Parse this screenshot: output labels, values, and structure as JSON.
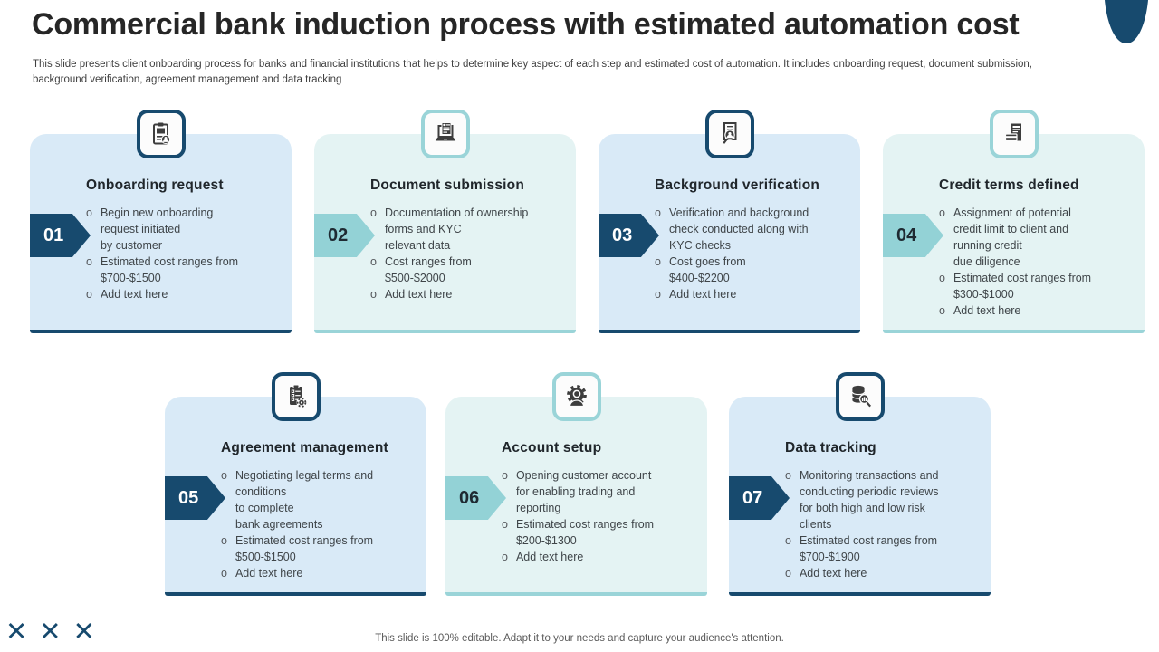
{
  "header": {
    "title": "Commercial bank induction process with estimated automation cost",
    "subtitle": "This slide presents client onboarding process for banks and financial institutions that helps to determine key aspect of each step and estimated cost of automation. It includes onboarding request, document submission,\nbackground verification, agreement management and data tracking"
  },
  "colors": {
    "navy": "#174A6E",
    "teal": "#93D2D6",
    "card_blue": "#D9EAF7",
    "card_teal": "#E4F3F3",
    "icon_ink": "#3D3D3D"
  },
  "ui": {
    "bullet_char": "o"
  },
  "cards": [
    {
      "step": "01",
      "title": "Onboarding request",
      "icon": "clipboard-person-icon",
      "bullets": [
        "Begin new onboarding\nrequest initiated\nby customer",
        "Estimated cost ranges from\n$700-$1500",
        "Add text here"
      ]
    },
    {
      "step": "02",
      "title": "Document submission",
      "icon": "laptop-document-icon",
      "bullets": [
        "Documentation of ownership\nforms and KYC\nrelevant data",
        "Cost ranges from\n$500-$2000",
        "Add text here"
      ]
    },
    {
      "step": "03",
      "title": "Background verification",
      "icon": "document-search-icon",
      "bullets": [
        "Verification and background\ncheck conducted along with\nKYC checks",
        "Cost goes from\n$400-$2200",
        "Add text here"
      ]
    },
    {
      "step": "04",
      "title": "Credit terms defined",
      "icon": "credit-card-icon",
      "bullets": [
        "Assignment of potential\ncredit limit to client and\nrunning credit\ndue diligence",
        "Estimated cost ranges from\n$300-$1000",
        "Add text here"
      ]
    },
    {
      "step": "05",
      "title": "Agreement management",
      "icon": "clipboard-gear-icon",
      "bullets": [
        "Negotiating legal terms and\nconditions\nto complete\nbank agreements",
        "Estimated cost ranges from\n$500-$1500",
        "Add text here"
      ]
    },
    {
      "step": "06",
      "title": "Account setup",
      "icon": "gear-user-icon",
      "bullets": [
        "Opening customer account\nfor enabling trading and\nreporting",
        "Estimated cost ranges from\n$200-$1300",
        "Add text here"
      ]
    },
    {
      "step": "07",
      "title": "Data tracking",
      "icon": "database-search-icon",
      "bullets": [
        "Monitoring transactions and\nconducting periodic reviews\nfor both high and low risk\nclients",
        "Estimated cost ranges from\n$700-$1900",
        "Add text here"
      ]
    }
  ],
  "footer": {
    "logo_text": "✕✕✕",
    "note": "This slide is 100% editable. Adapt it to your needs and capture your audience's attention."
  }
}
